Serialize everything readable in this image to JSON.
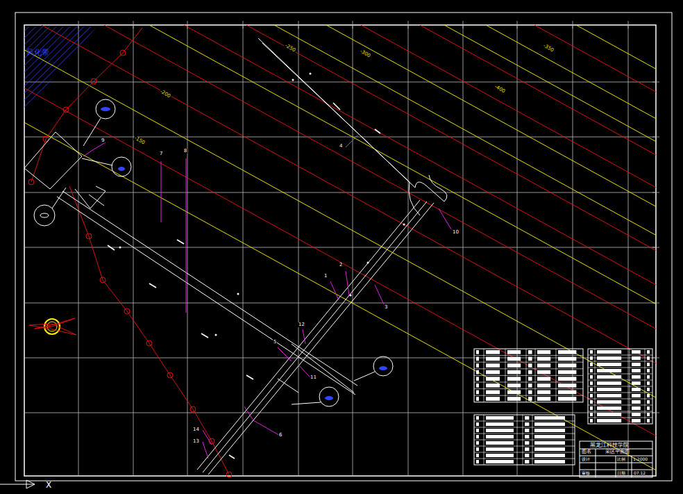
{
  "diagram": {
    "labels": [
      "风化带",
      "-150",
      "-200",
      "-250",
      "-300",
      "-350",
      "-400",
      "1",
      "2",
      "3",
      "4",
      "5",
      "6",
      "7",
      "8",
      "9",
      "10",
      "11",
      "12",
      "13",
      "14",
      "黑龙江科技学院",
      "图名",
      "采区平面图",
      "设计",
      "比例",
      "1:2000",
      "审核",
      "日期",
      "07.12",
      "X"
    ]
  }
}
